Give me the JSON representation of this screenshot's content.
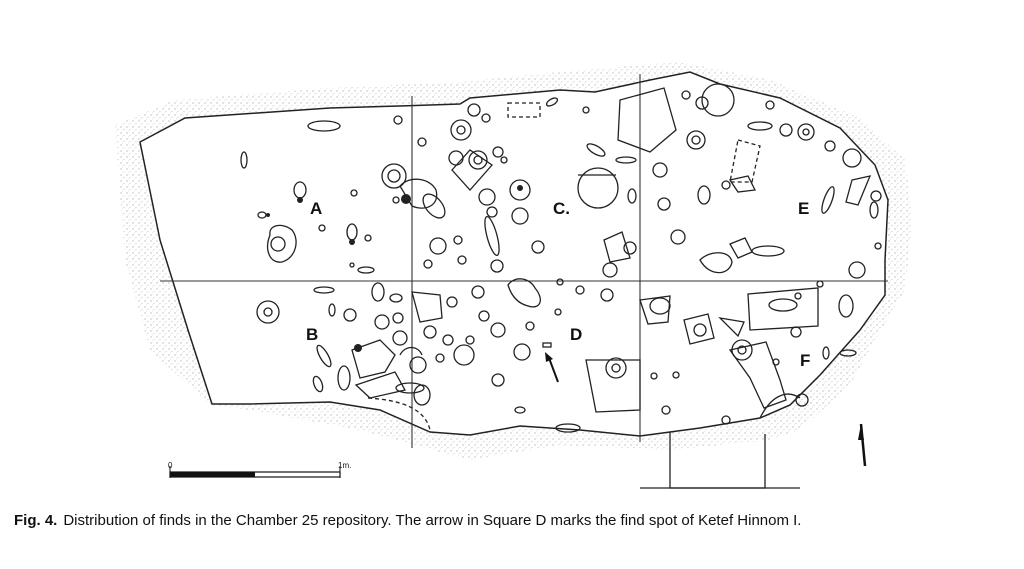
{
  "caption": {
    "label": "Fig. 4.",
    "text": "Distribution of finds in the Chamber 25 repository. The arrow in Square D marks the find spot of Ketef Hinnom I."
  },
  "squares": [
    "A",
    "B",
    "C.",
    "D",
    "E",
    "F"
  ],
  "scale": {
    "start": "0",
    "end": "1m."
  }
}
